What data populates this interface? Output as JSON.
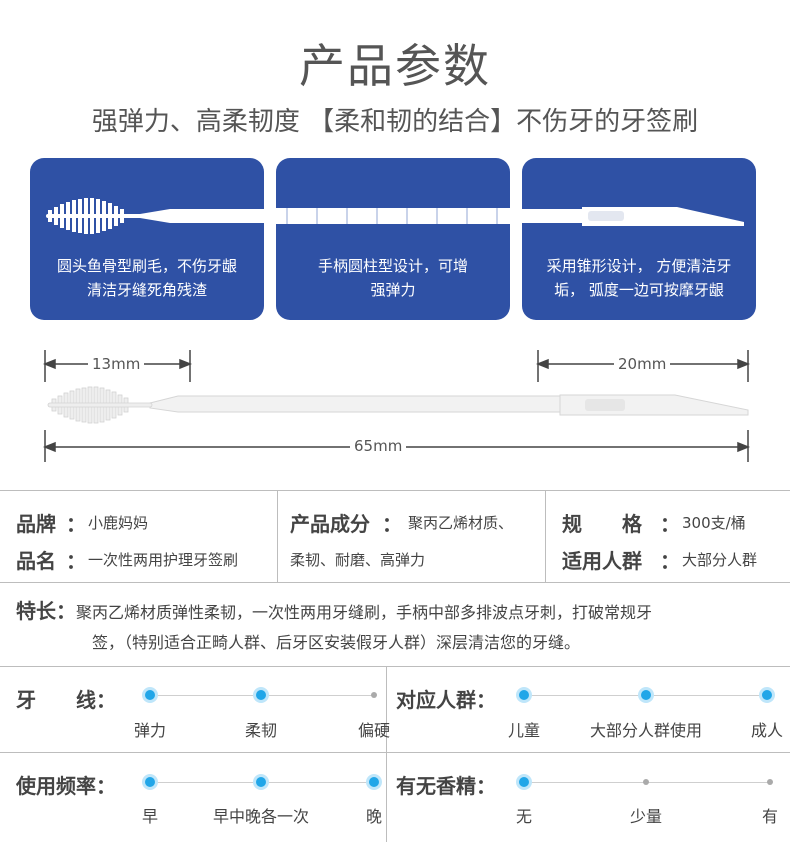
{
  "title": "产品参数",
  "subtitle": "强弹力、高柔韧度 【柔和韧的结合】不伤牙的牙签刷",
  "cards": [
    {
      "caption": "圆头鱼骨型刷毛，不伤牙龈\n清洁牙缝死角残渣"
    },
    {
      "caption": "手柄圆柱型设计，可增\n强弹力"
    },
    {
      "caption": "采用锥形设计， 方便清洁牙\n垢， 弧度一边可按摩牙龈"
    }
  ],
  "dimensions": {
    "head": "13mm",
    "tip": "20mm",
    "total": "65mm"
  },
  "specs": {
    "brand_label": "品牌",
    "brand_value": "小鹿妈妈",
    "name_label": "品名",
    "name_value": "一次性两用护理牙签刷",
    "ingredients_label": "产品成分",
    "ingredients_value_1": "聚丙乙烯材质、",
    "ingredients_value_2": "柔韧、耐磨、高弹力",
    "spec_label": "规　　格",
    "spec_value": "300支/桶",
    "audience_label": "适用人群",
    "audience_value": "大部分人群",
    "colon": "："
  },
  "features": {
    "label": "特长",
    "line1": "聚丙乙烯材质弹性柔韧，一次性两用牙缝刷，手柄中部多排波点牙刺，打破常规牙",
    "line2": "签，（特别适合正畸人群、后牙区安装假牙人群）深层清洁您的牙缝。"
  },
  "scales": [
    {
      "label": "牙　　线",
      "ticks": [
        "弹力",
        "柔韧",
        "偏硬"
      ],
      "active": [
        true,
        true,
        false
      ]
    },
    {
      "label": "对应人群",
      "ticks": [
        "儿童",
        "大部分人群使用",
        "成人"
      ],
      "active": [
        true,
        true,
        true
      ]
    },
    {
      "label": "使用频率",
      "ticks": [
        "早",
        "早中晚各一次",
        "晚"
      ],
      "active": [
        true,
        true,
        true
      ]
    },
    {
      "label": "有无香精",
      "ticks": [
        "无",
        "少量",
        "有"
      ],
      "active": [
        true,
        false,
        false
      ]
    }
  ],
  "colors": {
    "card_blue": "#2f51a5",
    "dot_blue": "#21a6e8"
  }
}
